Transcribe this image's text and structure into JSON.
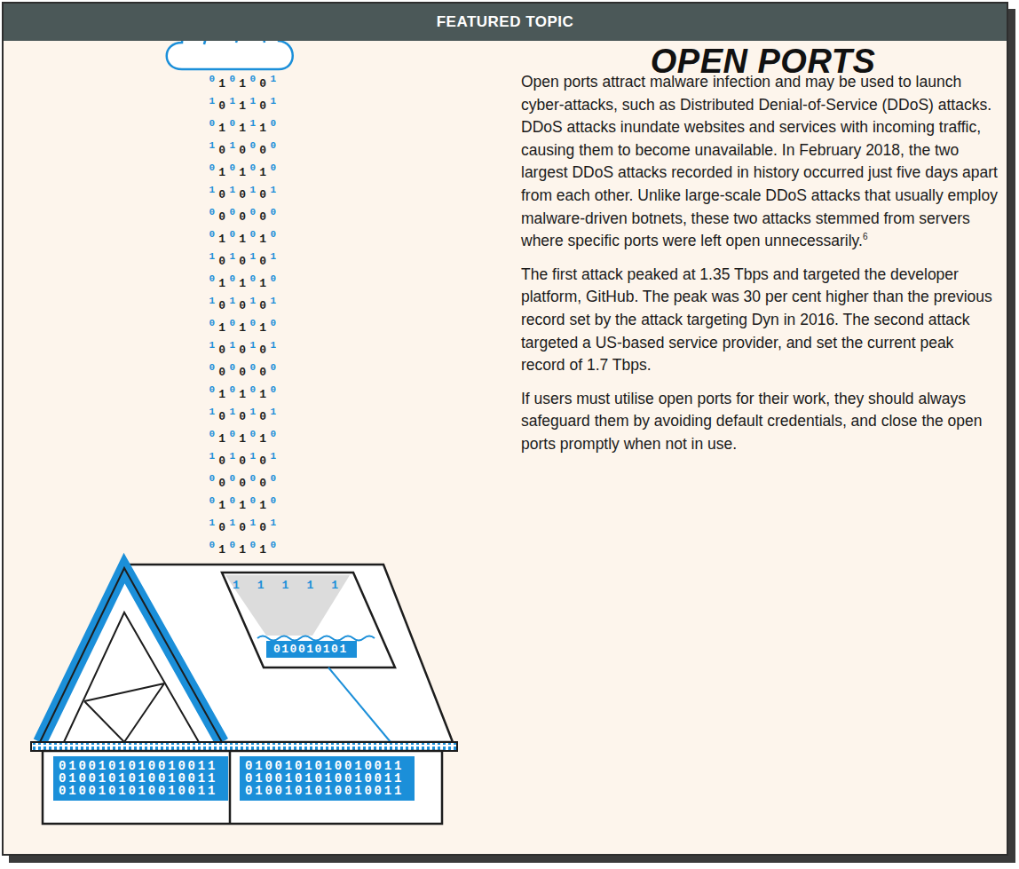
{
  "diagram": {
    "title": "OPEN PORTS",
    "nodes": [
      {
        "text": [
          "FEATURED TOPIC"
        ]
      },
      {
        "text": [
          "010010101"
        ]
      },
      {
        "text": [
          "0100101010010011 0100101010010011 0100101010010011"
        ]
      },
      {
        "text": [
          "0100101010010011 0100101010010011 0100101010010011"
        ]
      }
    ],
    "labels": [
      "0101001",
      "1011101",
      "0101110",
      "1010000",
      "0101010",
      "1010101",
      "0000000",
      "0101010",
      "1010101",
      "0101010",
      "1010101",
      "0101010",
      "1010101",
      "0000000",
      "0101010",
      "1010101",
      "0101010",
      "1010101",
      "0000000",
      "0101010",
      "1010101",
      "0101010",
      "11111",
      "Open ports attract malware infection and may be used to launch cyber-attacks, such as Distributed Denial-of-Service (DDoS) attacks. DDoS attacks inundate websites and services with incoming traffic, causing them to become unavailable. In February 2018, the two largest DDoS attacks recorded in history occurred just five days apart from each other. Unlike large-scale DDoS attacks that usually employ malware-driven botnets, these two attacks stemmed from servers where specific ports were left open unnecessarily.",
      "6",
      "The first attack peaked at 1.35 Tbps and targeted the developer platform, GitHub. The peak was 30 per cent higher than the previous record set by the attack targeting Dyn in 2016. The second attack targeted a US-based service provider, and set the current peak record of 1.7 Tbps.",
      "If users must utilise open ports for their work, they should always safeguard them by avoiding default credentials, and close the open ports promptly when not in use."
    ]
  }
}
